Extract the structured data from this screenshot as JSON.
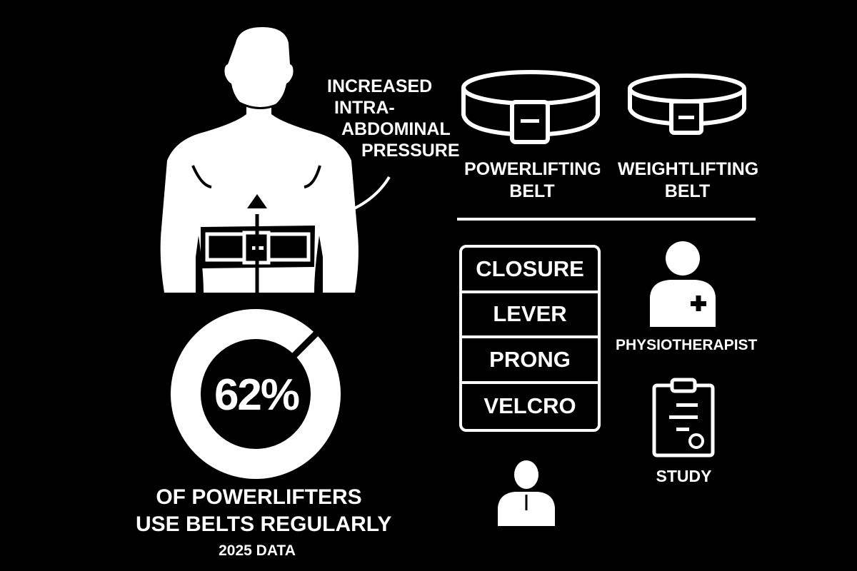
{
  "callout": {
    "lines": [
      "INCREASED",
      "INTRA-",
      "ABDOMINAL",
      "PRESSURE"
    ]
  },
  "belts": [
    {
      "label_lines": [
        "POWERLIFTING",
        "BELT"
      ],
      "icon": "powerlifting-belt-icon"
    },
    {
      "label_lines": [
        "WEIGHTLIFTING",
        "BELT"
      ],
      "icon": "weightlifting-belt-icon"
    }
  ],
  "stat": {
    "value": "62%",
    "percent": 62,
    "caption_lines": [
      "OF POWERLIFTERS",
      "USE BELTS REGULARLY"
    ],
    "source": "2025 DATA"
  },
  "closure_types": [
    "CLOSURE",
    "LEVER",
    "PRONG",
    "VELCRO"
  ],
  "experts": [
    {
      "label": "PHYSIOTHERAPIST",
      "icon": "physiotherapist-icon"
    },
    {
      "label": "STUDY",
      "icon": "clipboard-icon"
    }
  ],
  "colors": {
    "background": "#000000",
    "foreground": "#ffffff"
  }
}
